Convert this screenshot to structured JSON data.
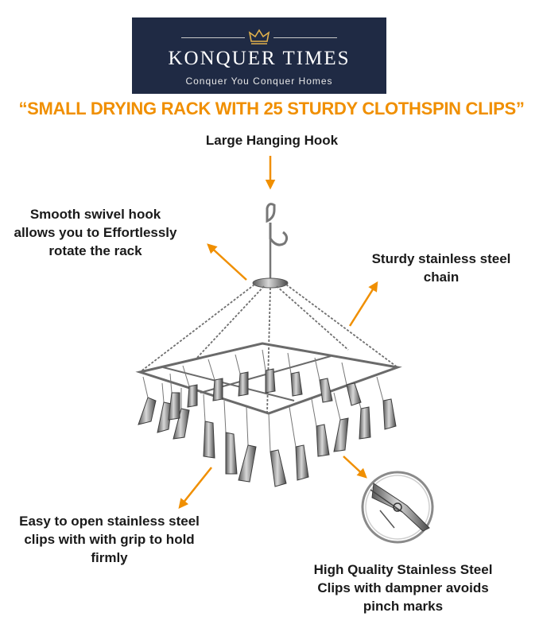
{
  "logo": {
    "brand": "KONQUER TIMES",
    "tagline": "Conquer You Conquer Homes",
    "background_color": "#1f2a44",
    "icon": "crown-icon"
  },
  "headline": "“SMALL DRYING RACK WITH 25 STURDY CLOTHSPIN CLIPS”",
  "accent_color": "#f08f00",
  "callouts": {
    "hook": [
      "Large Hanging Hook"
    ],
    "swivel": [
      "Smooth swivel hook",
      "allows you to  Effortlessly",
      "rotate the rack"
    ],
    "chain": [
      "Sturdy stainless steel",
      "chain"
    ],
    "clips": [
      "Easy to open stainless steel",
      "clips with with grip to hold",
      "firmly"
    ],
    "quality": [
      "High Quality Stainless Steel",
      "Clips with dampner avoids",
      "pinch marks"
    ]
  }
}
